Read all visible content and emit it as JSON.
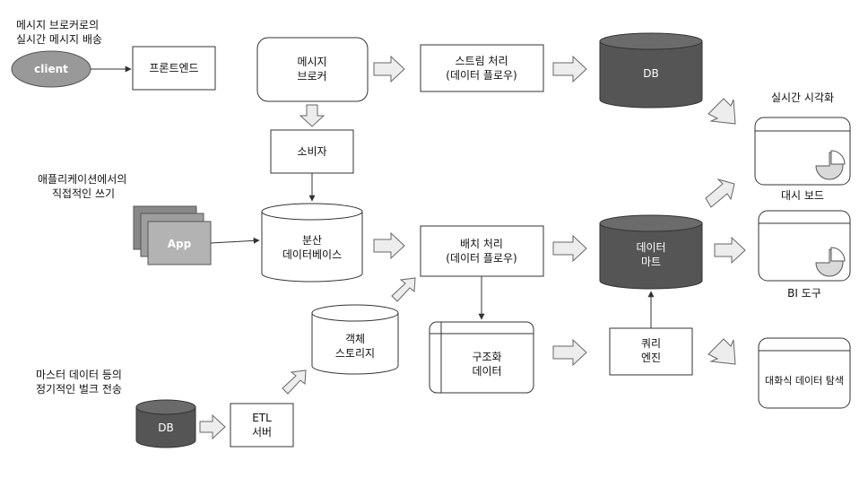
{
  "captions": {
    "realtime_delivery": [
      "메시지 브로커로의",
      "실시간 메시지 배송"
    ],
    "direct_write": [
      "애플리케이션에서의",
      "직접적인 쓰기"
    ],
    "bulk_transfer": [
      "마스터 데이터 등의",
      "정기적인 벌크 전송"
    ],
    "realtime_viz": "실시간 시각화"
  },
  "nodes": {
    "client": "client",
    "frontend": "프론트엔드",
    "broker": [
      "메시지",
      "브로커"
    ],
    "stream": [
      "스트림 처리",
      "(데이터 플로우)"
    ],
    "db_top": "DB",
    "consumer": "소비자",
    "app": "App",
    "distributed_db": [
      "분산",
      "데이터베이스"
    ],
    "batch": [
      "배치 처리",
      "(데이터 플로우)"
    ],
    "datamart": [
      "데이터",
      "마트"
    ],
    "object_storage": [
      "객체",
      "스토리지"
    ],
    "structured": [
      "구조화",
      "데이터"
    ],
    "query_engine": [
      "쿼리",
      "엔진"
    ],
    "db_bottom": "DB",
    "etl": [
      "ETL",
      "서버"
    ]
  },
  "outputs": {
    "dashboard": "대시 보드",
    "bi_tool": "BI 도구",
    "interactive": "대화식 데이터 탐색"
  },
  "colors": {
    "cylinder_dark": "#555555",
    "cylinder_top": "#6b6b6b",
    "client_fill": "#999999",
    "app_fill": "#b3b3b3",
    "fat_arrow": "#ededed"
  }
}
